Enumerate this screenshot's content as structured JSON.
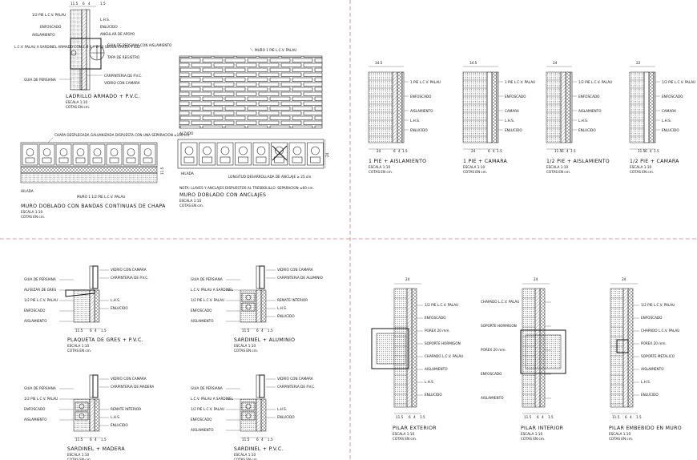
{
  "panels": {
    "p1": {
      "top": {
        "dims": [
          "11.5",
          "6",
          "4",
          "1.5"
        ],
        "labels": [
          "1/2 PIE L.C.V. PALAU",
          "L.H.S.",
          "ENFOSCADO",
          "ENLUCIDO",
          "AISLAMIENTO",
          "ANGULAR DE APOYO",
          "L.C.V. PALAU A SARDINEL ARMADO CON 2 Ø 6 Y Ø 16 SEGUN CARGA Y LUZ",
          "GUIA DE PERSIANA CON AISLAMIENTO",
          "TAPA DE REGISTRO",
          "GUIA DE PERSIANA",
          "CARPINTERIA DE P.V.C.",
          "VIDRIO CON CAMARA"
        ],
        "title": "LADRILLO ARMADO + P.V.C.",
        "scale": "ESCALA 1:10",
        "units": "COTAS EN cm."
      },
      "elev": {
        "top_label": "MURO 1 PIE L.C.V. PALAU",
        "alzado": "ALZADO",
        "hilada": "HILADA",
        "dim": "24",
        "notes": [
          "LONGITUD DESARROLLADA DE ANCLAJE ≥ 25 cm.",
          "NOTA: LLAVES Y ANCLAJES DISPUESTOS AL TRESBOLILLO. SEPARACION ≤60 cm."
        ],
        "title": "MURO DOBLADO CON ANCLAJES",
        "scale": "ESCALA 1:10",
        "units": "COTAS EN cm."
      },
      "band": {
        "note": "CHAPA DESPLEGADA GALVANIZADA DISPUESTA CON UNA SEPARACION ≤100 cm.",
        "hilada": "HILADA",
        "dim": "11.5",
        "label": "MURO 1 1/2 PIE L.C.V. PALAU",
        "title": "MURO DOBLADO CON BANDAS CONTINUAS DE CHAPA",
        "scale": "ESCALA 1:10",
        "units": "COTAS EN cm."
      }
    },
    "p2": {
      "sections": [
        {
          "top": "34.5",
          "bottom": [
            "24",
            "6",
            "4",
            "1.5"
          ],
          "labels": [
            "1 PIE L.C.V. PALAU",
            "ENFOSCADO",
            "AISLAMIENTO",
            "L.H.S.",
            "ENLUCIDO"
          ],
          "title": "1 PIE + AISLAMIENTO",
          "scale": "ESCALA 1:10",
          "units": "COTAS EN cm."
        },
        {
          "top": "34.5",
          "bottom": [
            "24",
            "6",
            "4",
            "1.5"
          ],
          "labels": [
            "1 PIE L.C.V. PALAU",
            "ENFOSCADO",
            "CAMARA",
            "L.H.S.",
            "ENLUCIDO"
          ],
          "title": "1 PIE + CAMARA",
          "scale": "ESCALA 1:10",
          "units": "COTAS EN cm."
        },
        {
          "top": "24",
          "bottom": [
            "11.5",
            "6",
            "4",
            "1.5"
          ],
          "labels": [
            "1/2 PIE L.C.V. PALAU",
            "ENFOSCADO",
            "AISLAMIENTO",
            "L.H.S.",
            "ENLUCIDO"
          ],
          "title": "1/2 PIE + AISLAMIENTO",
          "scale": "ESCALA 1:10",
          "units": "COTAS EN cm."
        },
        {
          "top": "22",
          "bottom": [
            "11.5",
            "6",
            "4",
            "1.5"
          ],
          "labels": [
            "1/2 PIE L.C.V. PALAU",
            "ENFOSCADO",
            "CAMARA",
            "L.H.S.",
            "ENLUCIDO"
          ],
          "title": "1/2 PIE + CAMARA",
          "scale": "ESCALA 1:10",
          "units": "COTAS EN cm."
        }
      ]
    },
    "p3": {
      "details": [
        {
          "labels_left": [
            "GUIA DE PERSIANA",
            "ALFEIZAR DE GRES",
            "1/2 PIE L.C.V. PALAU",
            "ENFOSCADO",
            "AISLAMIENTO"
          ],
          "labels_right": [
            "VIDRIO CON CAMARA",
            "CARPINTERIA DE P.V.C.",
            "L.H.S.",
            "ENLUCIDO"
          ],
          "dims": [
            "11.5",
            "6",
            "4",
            "1.5"
          ],
          "title": "PLAQUETA DE GRES + P.V.C.",
          "scale": "ESCALA 1:10",
          "units": "COTAS EN cm."
        },
        {
          "labels_left": [
            "GUIA DE PERSIANA",
            "L.C.V. PALAU A SARDINEL",
            "1/2 PIE L.C.V. PALAU",
            "ENFOSCADO",
            "AISLAMIENTO"
          ],
          "labels_right": [
            "VIDRIO CON CAMARA",
            "CARPINTERIA DE ALUMINIO",
            "REMATE INTERIOR",
            "L.H.S.",
            "ENLUCIDO"
          ],
          "dims": [
            "11.5",
            "6",
            "4",
            "1.5"
          ],
          "title": "SARDINEL + ALUMINIO",
          "scale": "ESCALA 1:10",
          "units": "COTAS EN cm."
        },
        {
          "labels_left": [
            "GUIA DE PERSIANA",
            "1/2 PIE L.C.V. PALAU",
            "ENFOSCADO",
            "AISLAMIENTO"
          ],
          "labels_right": [
            "VIDRIO CON CAMARA",
            "CARPINTERIA DE MADERA",
            "REMATE INTERIOR",
            "L.H.S.",
            "ENLUCIDO"
          ],
          "dims": [
            "11.5",
            "6",
            "4",
            "1.5"
          ],
          "title": "SARDINEL + MADERA",
          "scale": "ESCALA 1:10",
          "units": "COTAS EN cm."
        },
        {
          "labels_left": [
            "GUIA DE PERSIANA",
            "L.C.V. PALAU A SARDINEL",
            "1/2 PIE L.C.V. PALAU",
            "ENFOSCADO",
            "AISLAMIENTO"
          ],
          "labels_right": [
            "VIDRIO CON CAMARA",
            "CARPINTERIA DE P.V.C.",
            "L.H.S.",
            "ENLUCIDO"
          ],
          "dims": [
            "11.5",
            "6",
            "4",
            "1.5"
          ],
          "title": "SARDINEL + P.V.C.",
          "scale": "ESCALA 1:10",
          "units": "COTAS EN cm."
        }
      ]
    },
    "p4": {
      "pillars": [
        {
          "top": "24",
          "labels": [
            "1/2 PIE L.C.V. PALAU",
            "ENFOSCADO",
            "POREX 20 mm.",
            "SOPORTE HORMIGON",
            "CHAPADO L.C.V. PALAU",
            "AISLAMIENTO",
            "L.H.S.",
            "ENLUCIDO"
          ],
          "dims": [
            "11.5",
            "6",
            "4",
            "1.5"
          ],
          "title": "PILAR EXTERIOR",
          "scale": "ESCALA 1:10",
          "units": "COTAS EN cm."
        },
        {
          "top": "24",
          "labels": [
            "CHAPADO L.C.V. PALAU",
            "SOPORTE HORMIGON",
            "POREX 20 mm.",
            "ENFOSCADO",
            "AISLAMIENTO"
          ],
          "dims": [
            "11.5",
            "6",
            "4",
            "1.5"
          ],
          "title": "PILAR INTERIOR",
          "scale": "ESCALA 1:10",
          "units": "COTAS EN cm."
        },
        {
          "top": "24",
          "labels": [
            "1/2 PIE L.C.V. PALAU",
            "ENFOSCADO",
            "CHAPADO L.C.V. PALAU",
            "POREX 20 mm.",
            "SOPORTE METALICO",
            "AISLAMIENTO",
            "L.H.S.",
            "ENLUCIDO"
          ],
          "dims": [
            "11.5",
            "6",
            "4",
            "1.5"
          ],
          "title": "PILAR EMBEBIDO EN MURO",
          "scale": "ESCALA 1:10",
          "units": "COTAS EN cm."
        }
      ]
    }
  }
}
